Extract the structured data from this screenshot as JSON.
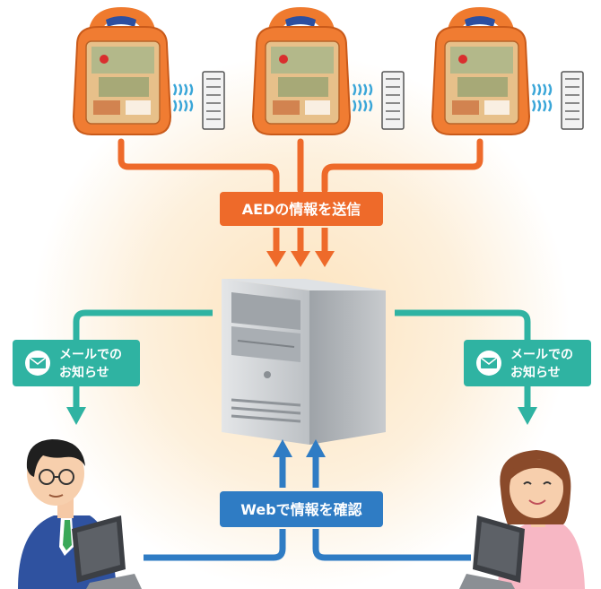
{
  "diagram": {
    "send_label": "AEDの情報を送信",
    "web_label": "Webで情報を確認",
    "mail_left": {
      "line1": "メールでの",
      "line2": "お知らせ"
    },
    "mail_right": {
      "line1": "メールでの",
      "line2": "お知らせ"
    },
    "devices": [
      {
        "name": "aed-device-1"
      },
      {
        "name": "aed-device-2"
      },
      {
        "name": "aed-device-3"
      }
    ]
  },
  "colors": {
    "aed_orange": "#f07c32",
    "arrow_orange": "#ee6a2a",
    "teal": "#2fb3a2",
    "blue": "#2f7cc4",
    "glow": "#fde7c6",
    "server_gray": "#c9ccd0"
  },
  "icons": [
    "aed-icon",
    "communicator-icon",
    "wireless-waves-icon",
    "server-icon",
    "mail-icon",
    "man-user-icon",
    "woman-user-icon",
    "monitor-icon"
  ]
}
